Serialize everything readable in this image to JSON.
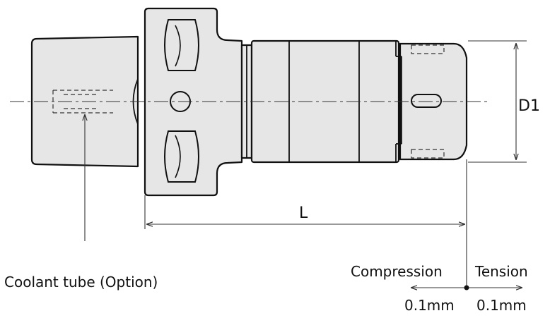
{
  "labels": {
    "d1": "D1",
    "l": "L",
    "coolant": "Coolant tube (Option)",
    "compression": "Compression",
    "tension": "Tension",
    "compression_value": "0.1mm",
    "tension_value": "0.1mm"
  },
  "colors": {
    "body_fill": "#e6e6e6",
    "outline": "#111111",
    "line": "#333333"
  }
}
